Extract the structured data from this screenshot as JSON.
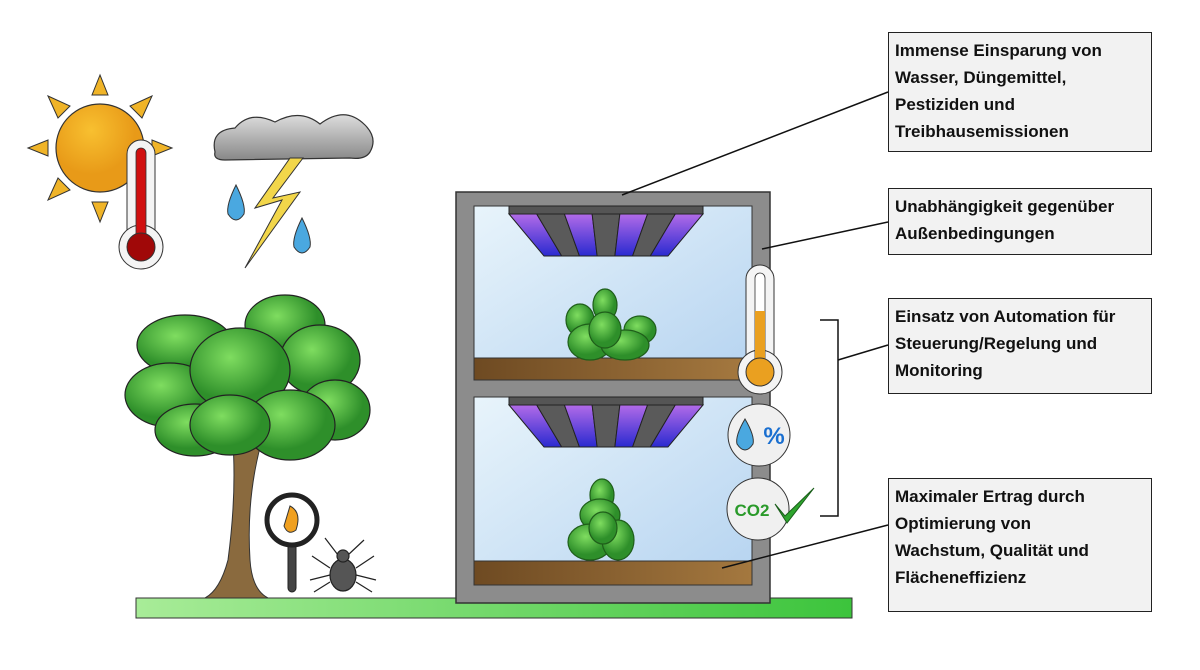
{
  "boxes": [
    {
      "lines": [
        "Immense Einsparung von",
        "Wasser, Düngemittel,",
        "Pestiziden und",
        "Treibhausemissionen"
      ]
    },
    {
      "lines": [
        "Unabhängigkeit gegenüber",
        "Außenbedingungen"
      ]
    },
    {
      "lines": [
        "Einsatz von Automation für",
        "Steuerung/Regelung und",
        "Monitoring"
      ]
    },
    {
      "lines": [
        "Maximaler Ertrag durch",
        "Optimierung von",
        "Wachstum, Qualität und",
        "Flächeneffizienz"
      ]
    }
  ],
  "sensors": {
    "humidity_label": "%",
    "co2_label": "CO2"
  },
  "colors": {
    "frame": "#8c8c8c",
    "window": "#d6ebf8",
    "soil": "#7a5a30",
    "plant": "#4caf3c",
    "ground": "#7fdc6a",
    "led_purple": "#9b4fe0",
    "led_blue": "#3b3bd0",
    "box_bg": "#f2f2f2"
  },
  "icons": [
    "sun-icon",
    "thermometer-icon",
    "storm-cloud-icon",
    "raindrop-icon",
    "tree-icon",
    "magnifier-icon",
    "bug-icon",
    "grow-light-icon",
    "plant-icon",
    "humidity-icon",
    "co2-icon",
    "checkmark-icon"
  ]
}
